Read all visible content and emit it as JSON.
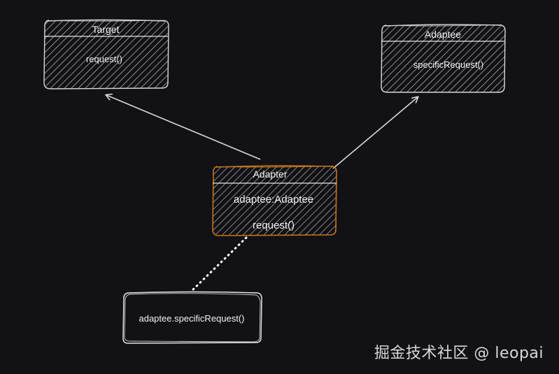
{
  "theme": {
    "background": "#121116",
    "box_stroke": "#d8d8d8",
    "adapter_stroke": "#c8761a",
    "arrow_color": "#d8d8d8"
  },
  "target": {
    "title": "Target",
    "method": "request()"
  },
  "adaptee": {
    "title": "Adaptee",
    "method": "specificRequest()"
  },
  "adapter": {
    "title": "Adapter",
    "field": "adaptee:Adaptee",
    "method": "request()"
  },
  "note": {
    "text": "adaptee.specificRequest()"
  },
  "watermark": {
    "text": "掘金技术社区 @ leopai"
  }
}
